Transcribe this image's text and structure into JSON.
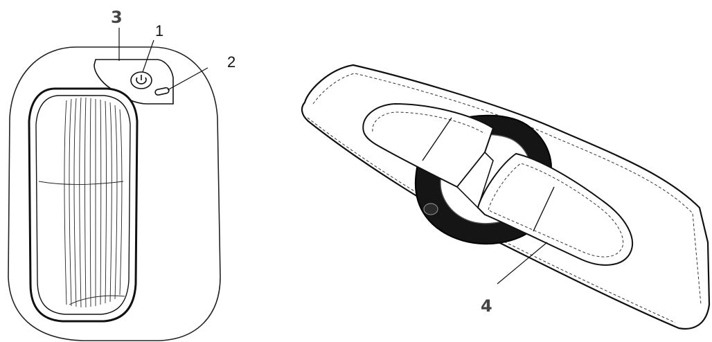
{
  "callouts": {
    "label_1": "1",
    "label_2": "2",
    "label_3": "3",
    "label_4": "4"
  },
  "colors": {
    "line": "#111111",
    "fill": "#ffffff",
    "ring": "#151515",
    "bold_label": "#444444"
  },
  "icons": [
    "power-button-icon",
    "charging-port-icon"
  ]
}
